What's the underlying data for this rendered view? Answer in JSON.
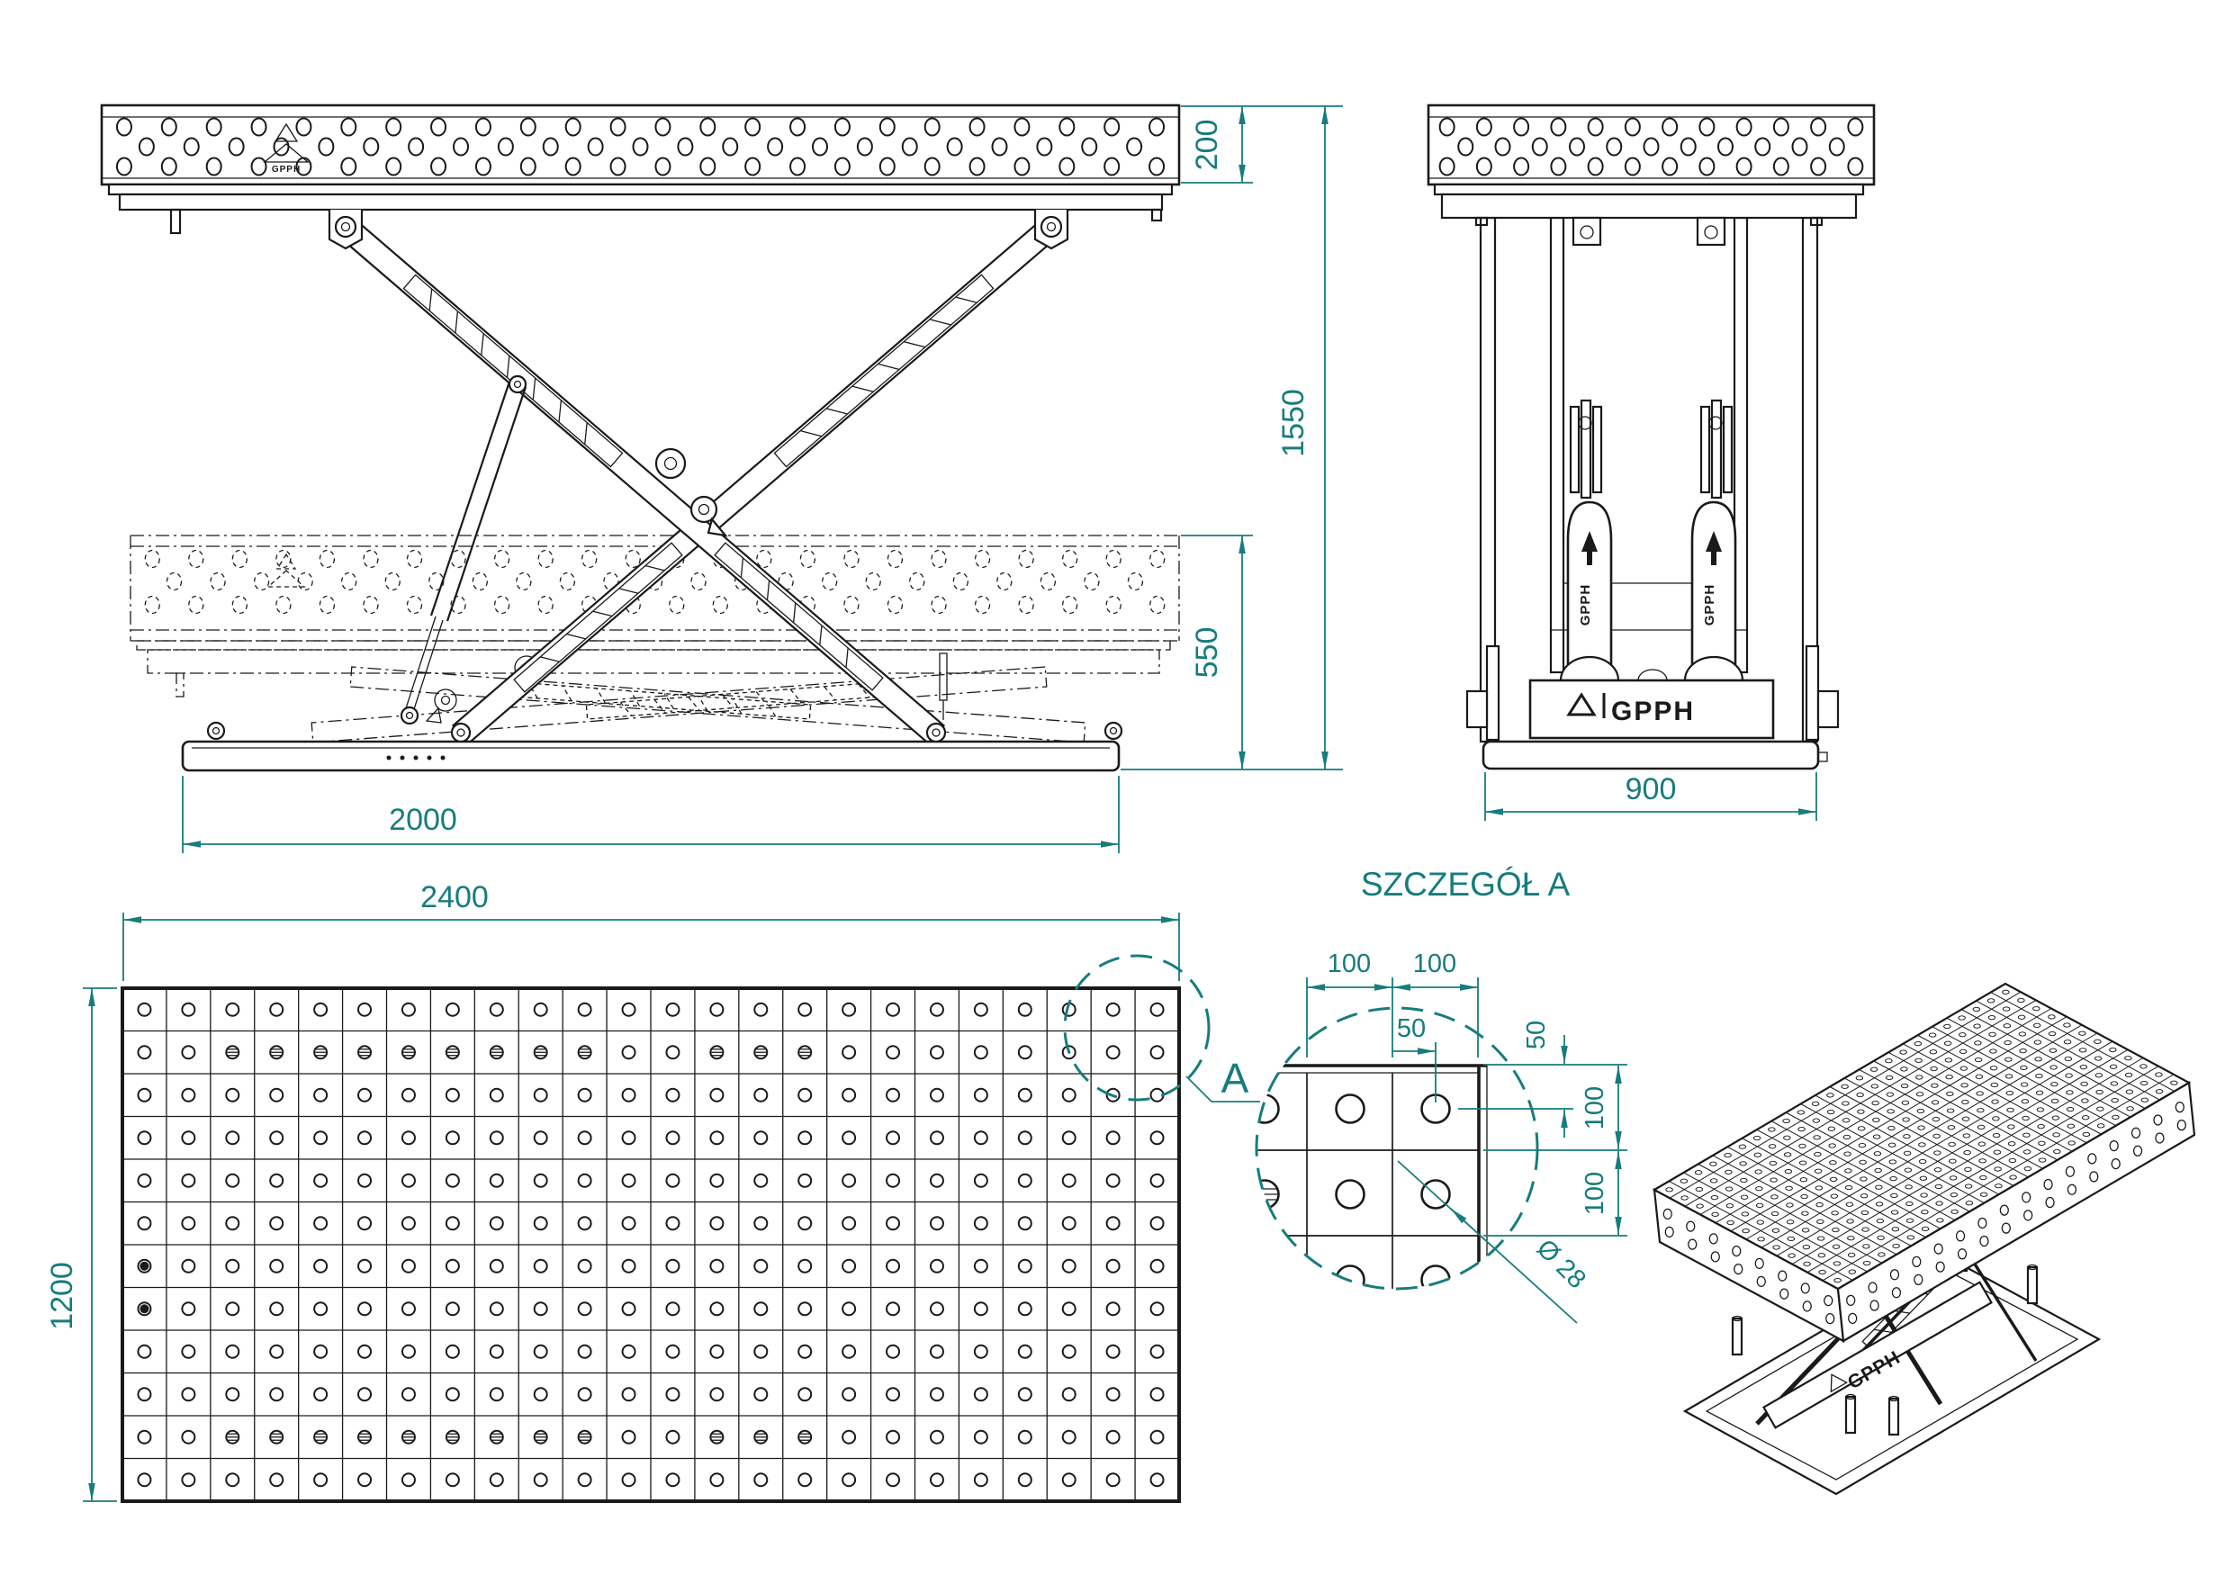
{
  "colors": {
    "dimension": "#177C7C",
    "line": "#1A1A1A",
    "background": "#FFFFFF"
  },
  "brand": {
    "name": "GPPH"
  },
  "views": {
    "front_view": {
      "dim_tabletop_height": "200",
      "dim_overall_height_raised": "1550",
      "dim_overall_height_lowered": "550",
      "dim_base_length": "2000"
    },
    "side_view": {
      "dim_base_width": "900",
      "cylinder_label": "GPPH"
    },
    "top_view": {
      "dim_length": "2400",
      "dim_width": "1200",
      "callout_label": "A",
      "grid": {
        "cols": 24,
        "rows": 12
      }
    },
    "detail_view": {
      "title": "SZCZEGÓŁ A",
      "dim_pitch_top_1": "100",
      "dim_pitch_top_2": "100",
      "dim_offset_horizontal": "50",
      "dim_offset_vertical": "50",
      "dim_pitch_right_1": "100",
      "dim_pitch_right_2": "100",
      "dim_hole_diameter": "Ø 28"
    }
  }
}
